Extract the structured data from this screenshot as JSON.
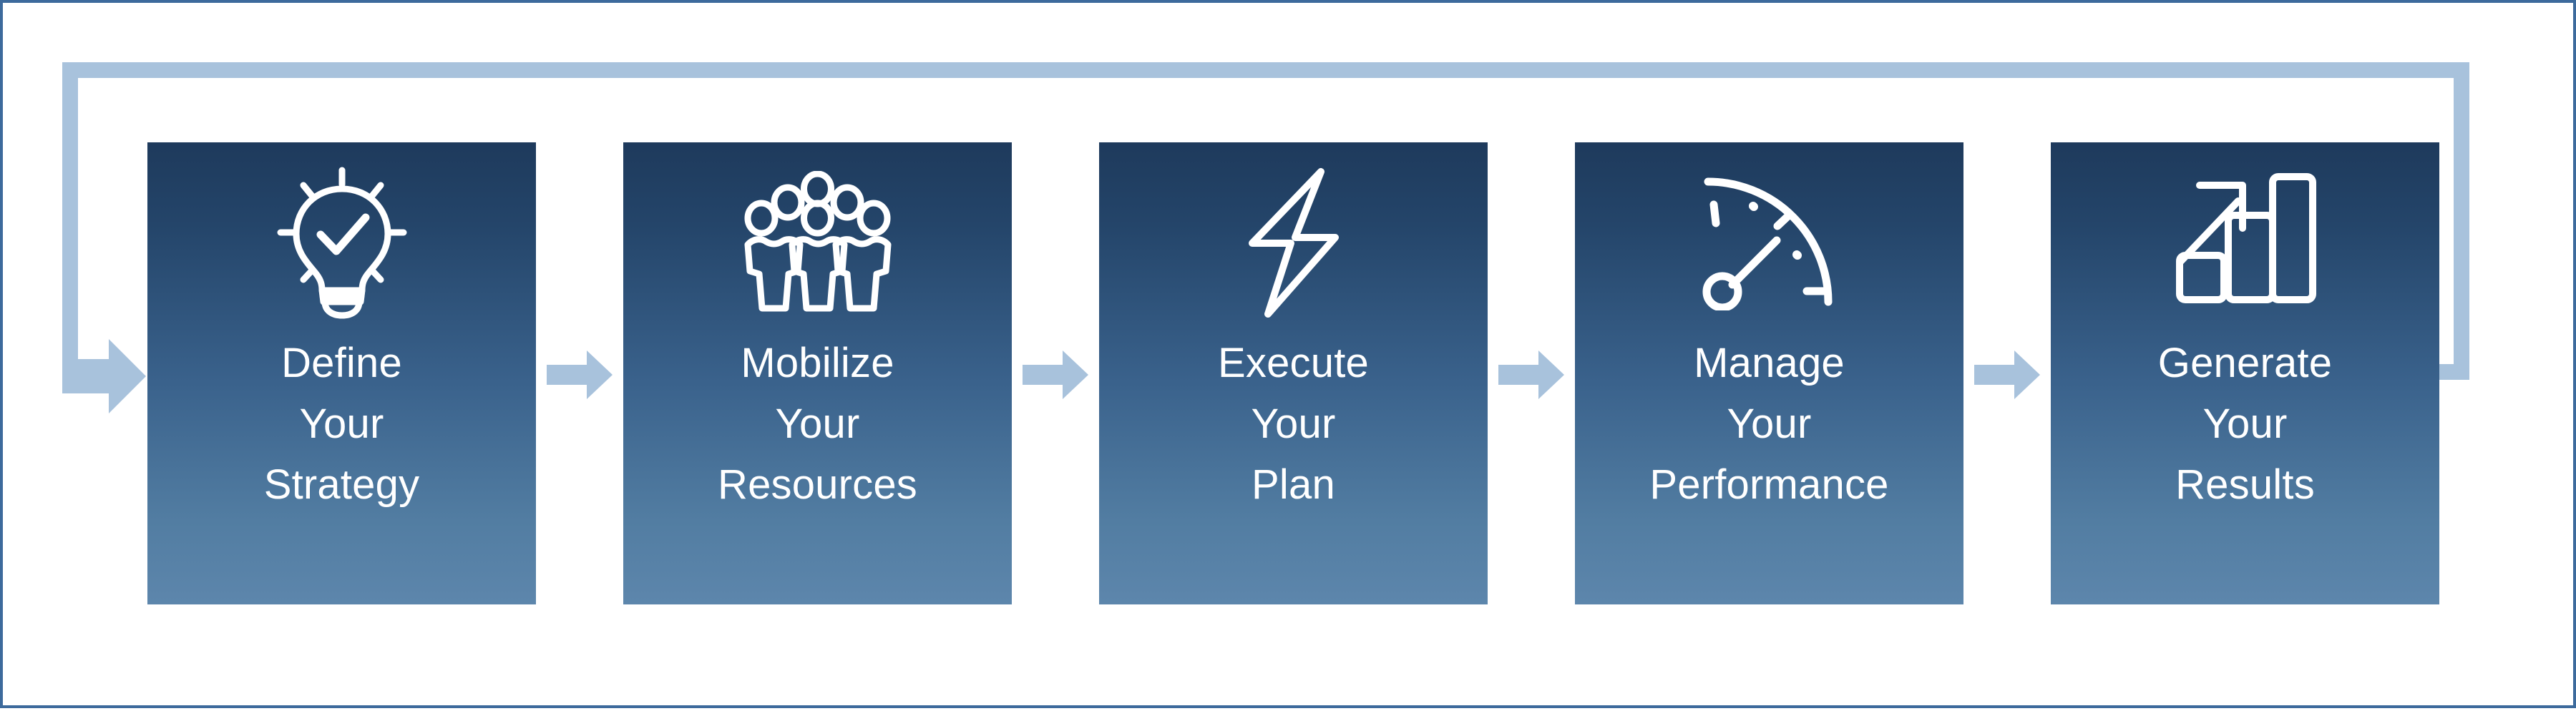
{
  "diagram": {
    "title_text_color": "#ffffff",
    "border_color": "#3d6a9c",
    "card_gradient_top": "#1e3a5c",
    "card_gradient_bottom": "#5d86ac",
    "arrow_color": "#a8c2dc",
    "loop_arrow_color": "#a8c2dc",
    "type": "cyclical-process-flow"
  },
  "steps": [
    {
      "index": 1,
      "icon": "lightbulb-check-icon",
      "label": "Define\nYour\nStrategy",
      "line1": "Define",
      "line2": "Your",
      "line3": "Strategy"
    },
    {
      "index": 2,
      "icon": "people-group-icon",
      "label": "Mobilize\nYour\nResources",
      "line1": "Mobilize",
      "line2": "Your",
      "line3": "Resources"
    },
    {
      "index": 3,
      "icon": "lightning-bolt-icon",
      "label": "Execute\nYour\nPlan",
      "line1": "Execute",
      "line2": "Your",
      "line3": "Plan"
    },
    {
      "index": 4,
      "icon": "gauge-speedometer-icon",
      "label": "Manage\nYour\nPerformance",
      "line1": "Manage",
      "line2": "Your",
      "line3": "Performance"
    },
    {
      "index": 5,
      "icon": "bar-chart-growth-icon",
      "label": "Generate\nYour\nResults",
      "line1": "Generate",
      "line2": "Your",
      "line3": "Results"
    }
  ],
  "connectors": [
    {
      "index": 1,
      "icon": "arrow-right-icon"
    },
    {
      "index": 2,
      "icon": "arrow-right-icon"
    },
    {
      "index": 3,
      "icon": "arrow-right-icon"
    },
    {
      "index": 4,
      "icon": "arrow-right-icon"
    }
  ],
  "loop_back": {
    "icon": "loop-back-arrow-icon",
    "direction": "right-to-left-over-top"
  }
}
